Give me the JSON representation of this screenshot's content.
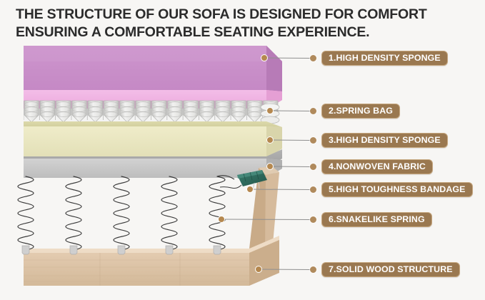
{
  "page": {
    "background_color": "#f7f6f4",
    "title": "THE STRUCTURE OF OUR SOFA IS DESIGNED FOR COMFORT\nENSURING A COMFORTABLE SEATING EXPERIENCE.",
    "title_color": "#2b2b2b"
  },
  "theme": {
    "badge_fill": "#9a7850",
    "badge_border": "#c5a67e",
    "badge_text": "#ffffff",
    "dot_color": "#b5884f",
    "leader_line": "#8f8f8f"
  },
  "callouts": [
    {
      "number": "1.",
      "label": "1.HIGH DENSITY SPONGE",
      "layer": "high-density-sponge-top",
      "color": "#c98ec9"
    },
    {
      "number": "2.",
      "label": "2.SPRING BAG",
      "layer": "pocket-spring-bag",
      "color": "#e3e3e1"
    },
    {
      "number": "3.",
      "label": "3.HIGH DENSITY SPONGE",
      "layer": "high-density-sponge-mid",
      "color": "#e5e2bb"
    },
    {
      "number": "4.",
      "label": "4.NONWOVEN FABRIC",
      "layer": "nonwoven-fabric",
      "color": "#b8b8b8"
    },
    {
      "number": "5.",
      "label": "5.HIGH TOUGHNESS BANDAGE",
      "layer": "toughness-bandage",
      "color": "#2f6b5e"
    },
    {
      "number": "6.",
      "label": "6.SNAKELIKE SPRING",
      "layer": "snakelike-spring",
      "color": "#3a3a3a"
    },
    {
      "number": "7.",
      "label": "7.SOLID WOOD STRUCTURE",
      "layer": "solid-wood-structure",
      "color": "#d8c0a2"
    }
  ],
  "illustration": {
    "sponge_top_face": "#c98ec9",
    "sponge_top_front": "#f0b4e2",
    "spring_bag_fill": "#ececeb",
    "spring_bag_shade": "#c9c9c7",
    "sponge_mid_face": "#d9d6a8",
    "sponge_mid_front": "#eae7c4",
    "nonwoven_face": "#a9a9a9",
    "nonwoven_front": "#c9c9c9",
    "bandage_color": "#2f6b5e",
    "spring_wire_color": "#3a3a3a",
    "clip_color": "#cfcfcf",
    "wood_front": "#dcc3a6",
    "wood_top": "#e6d3ba",
    "wood_side": "#c9ab88",
    "pocket_spring_count": "16",
    "snakelike_spring_count": "5"
  }
}
